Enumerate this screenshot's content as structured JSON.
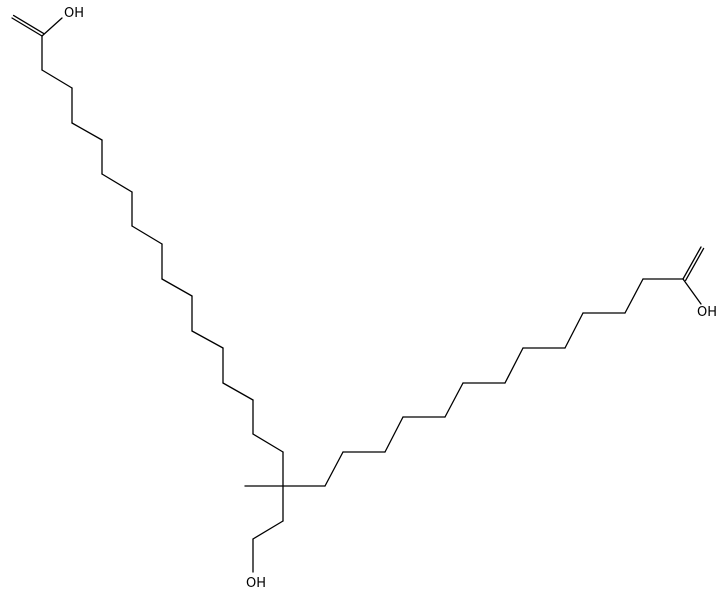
{
  "molecule": {
    "atoms": [
      {
        "id": "o1",
        "label": "OH"
      },
      {
        "id": "o2",
        "label": "OH"
      },
      {
        "id": "o3",
        "label": "OH"
      }
    ]
  }
}
